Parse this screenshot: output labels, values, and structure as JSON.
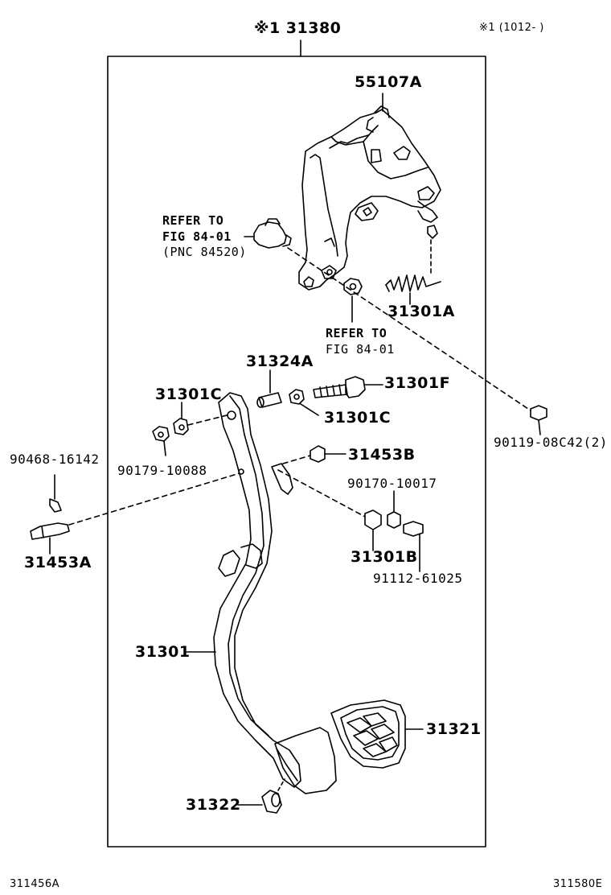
{
  "header": {
    "main_part": "※1 31380",
    "note": "※1 (1012-      )"
  },
  "callouts": {
    "p55107A": "55107A",
    "refer_switch_line1": "REFER TO",
    "refer_switch_line2": "FIG 84-01",
    "refer_switch_line3": "(PNC 84520)",
    "p31301A": "31301A",
    "refer_nut_line1": "REFER TO",
    "refer_nut_line2": "FIG 84-01",
    "p31324A": "31324A",
    "p31301F": "31301F",
    "p31301C_top": "31301C",
    "p31301C_right": "31301C",
    "p90119": "90119-08C42(2)",
    "p90468": "90468-16142",
    "p90179": "90179-10088",
    "p31453B": "31453B",
    "p90170": "90170-10017",
    "p31453A": "31453A",
    "p31301B": "31301B",
    "p91112": "91112-61025",
    "p31301": "31301",
    "p31321": "31321",
    "p31322": "31322"
  },
  "footer": {
    "left_code": "311456A",
    "right_code": "311580E"
  }
}
